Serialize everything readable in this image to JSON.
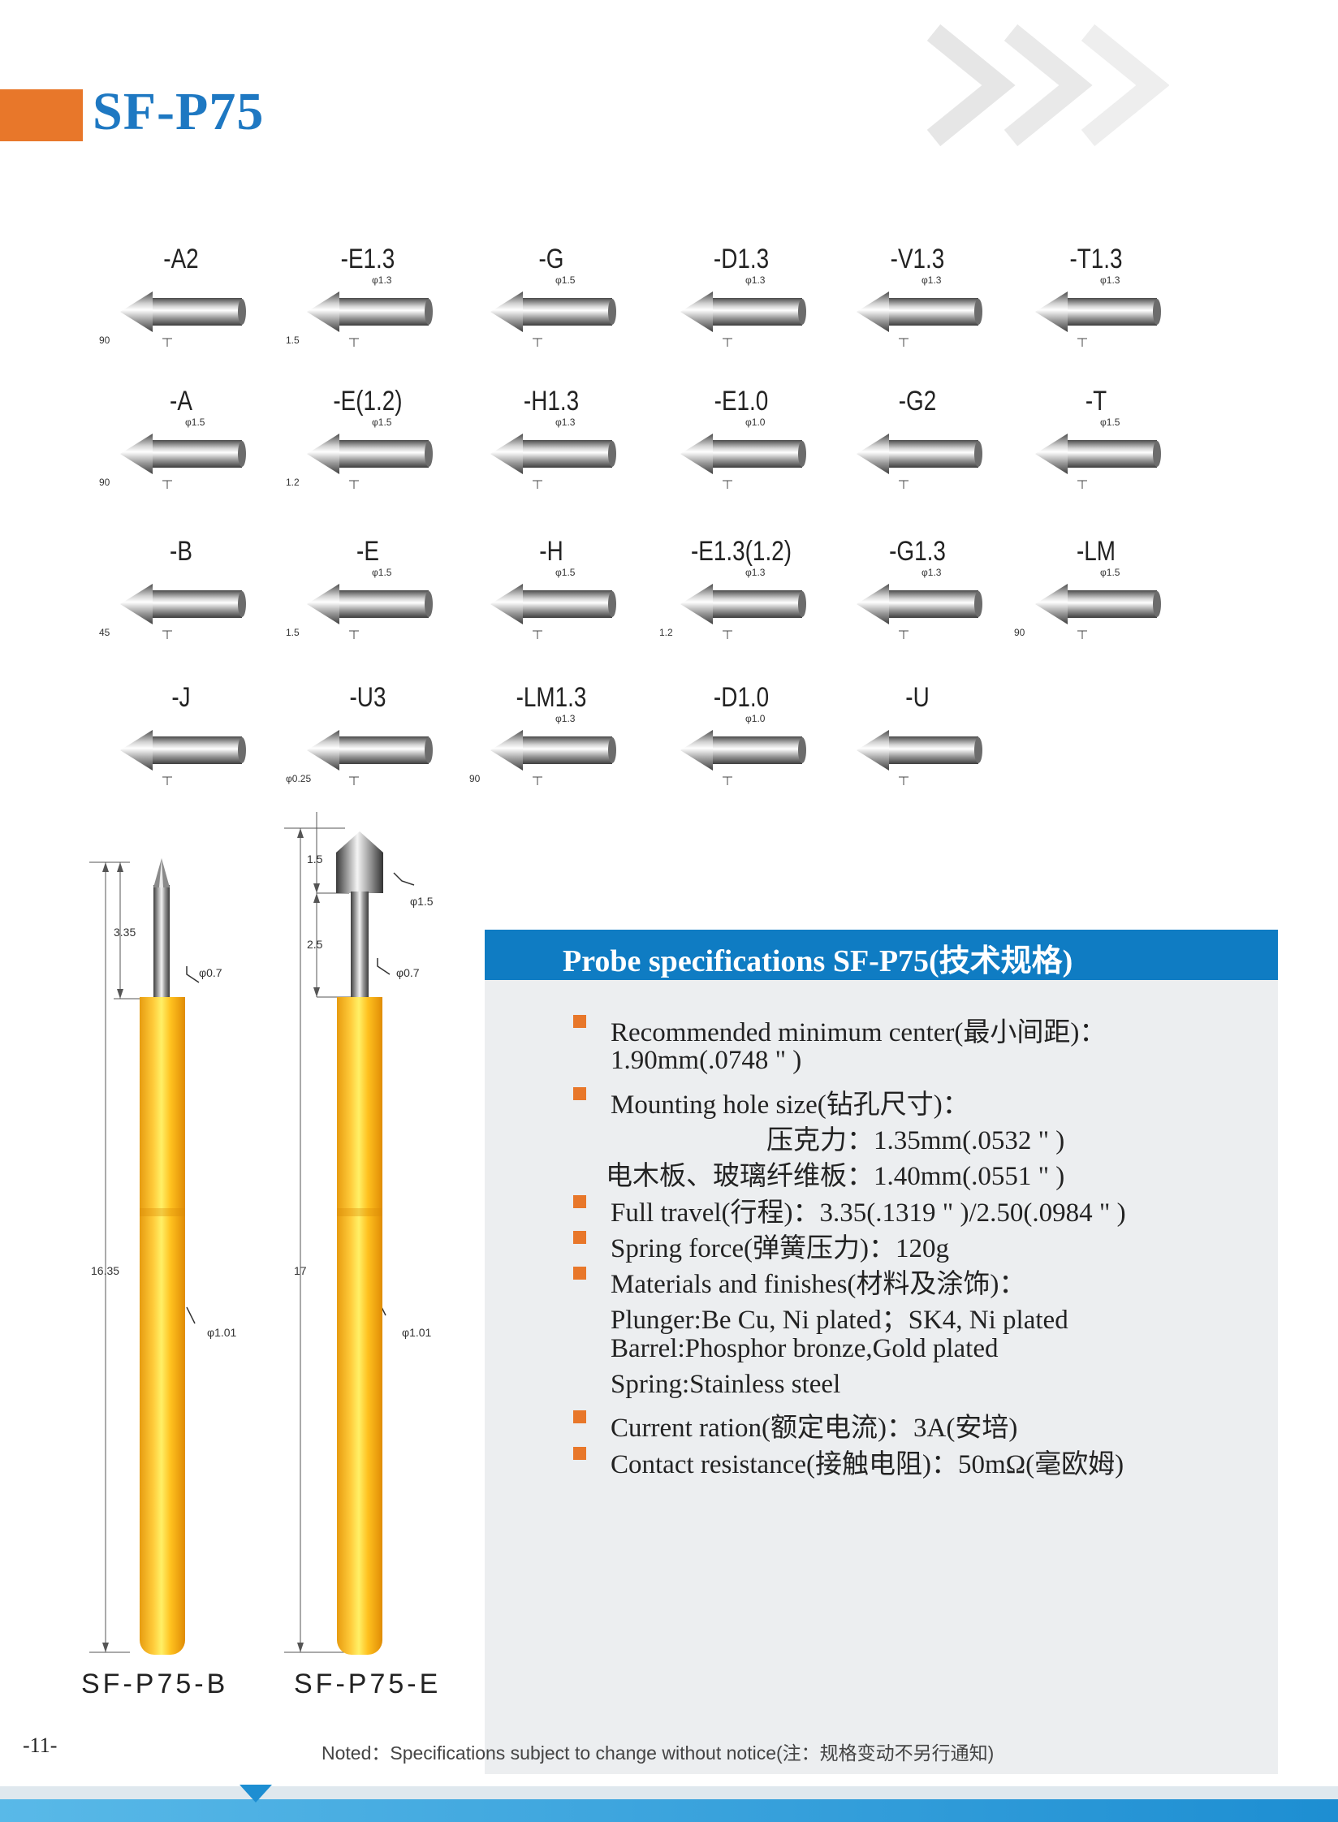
{
  "header": {
    "title": "SF-P75"
  },
  "tips": [
    {
      "label": "-A2",
      "dim": "",
      "dim2": "90"
    },
    {
      "label": "-E1.3",
      "dim": "φ1.3",
      "dim2": "1.5"
    },
    {
      "label": "-G",
      "dim": "φ1.5",
      "dim2": ""
    },
    {
      "label": "-D1.3",
      "dim": "φ1.3",
      "dim2": ""
    },
    {
      "label": "-V1.3",
      "dim": "φ1.3",
      "dim2": ""
    },
    {
      "label": "-T1.3",
      "dim": "φ1.3",
      "dim2": ""
    },
    {
      "label": "-A",
      "dim": "φ1.5",
      "dim2": "90"
    },
    {
      "label": "-E(1.2)",
      "dim": "φ1.5",
      "dim2": "1.2"
    },
    {
      "label": "-H1.3",
      "dim": "φ1.3",
      "dim2": ""
    },
    {
      "label": "-E1.0",
      "dim": "φ1.0",
      "dim2": ""
    },
    {
      "label": "-G2",
      "dim": "",
      "dim2": ""
    },
    {
      "label": "-T",
      "dim": "φ1.5",
      "dim2": ""
    },
    {
      "label": "-B",
      "dim": "",
      "dim2": "45"
    },
    {
      "label": "-E",
      "dim": "φ1.5",
      "dim2": "1.5"
    },
    {
      "label": "-H",
      "dim": "φ1.5",
      "dim2": ""
    },
    {
      "label": "-E1.3(1.2)",
      "dim": "φ1.3",
      "dim2": "1.2"
    },
    {
      "label": "-G1.3",
      "dim": "φ1.3",
      "dim2": ""
    },
    {
      "label": "-LM",
      "dim": "φ1.5",
      "dim2": "90"
    },
    {
      "label": "-J",
      "dim": "",
      "dim2": ""
    },
    {
      "label": "-U3",
      "dim": "",
      "dim2": "φ0.25"
    },
    {
      "label": "-LM1.3",
      "dim": "φ1.3",
      "dim2": "90"
    },
    {
      "label": "-D1.0",
      "dim": "φ1.0",
      "dim2": ""
    },
    {
      "label": "-U",
      "dim": "",
      "dim2": ""
    }
  ],
  "probes": {
    "b": {
      "model": "SF-P75-B",
      "tip_len": "3.35",
      "tip_dia": "φ0.7",
      "total": "16.35",
      "barrel_dia": "φ1.01"
    },
    "e": {
      "model": "SF-P75-E",
      "head_len": "1.5",
      "head_dia": "φ1.5",
      "neck_len": "2.5",
      "neck_dia": "φ0.7",
      "total": "17",
      "barrel_dia": "φ1.01"
    }
  },
  "specs": {
    "header": "Probe specifications SF-P75(技术规格)",
    "lines": [
      {
        "text": "Recommended minimum center(最小间距)：",
        "bullet": true
      },
      {
        "text": "1.90mm(.0748 \" )",
        "bullet": false
      },
      {
        "text": "Mounting hole size(钻孔尺寸)：",
        "bullet": true
      },
      {
        "text": "压克力：1.35mm(.0532 \" )",
        "bullet": false
      },
      {
        "text": "电木板、玻璃纤维板：1.40mm(.0551 \" )",
        "bullet": false
      },
      {
        "text": "Full travel(行程)：3.35(.1319 \" )/2.50(.0984 \" )",
        "bullet": true
      },
      {
        "text": "Spring force(弹簧压力)：120g",
        "bullet": true
      },
      {
        "text": "Materials and finishes(材料及涂饰)：",
        "bullet": true
      },
      {
        "text": "Plunger:Be Cu, Ni plated；SK4, Ni plated",
        "bullet": false
      },
      {
        "text": "Barrel:Phosphor bronze,Gold plated",
        "bullet": false
      },
      {
        "text": "Spring:Stainless steel",
        "bullet": false
      },
      {
        "text": "Current ration(额定电流)：3A(安培)",
        "bullet": true
      },
      {
        "text": "Contact resistance(接触电阻)：50mΩ(毫欧姆)",
        "bullet": true
      }
    ]
  },
  "footer": {
    "page_number": "-11-",
    "note": "Noted：Specifications subject to change without notice(注：规格变动不另行通知)"
  },
  "colors": {
    "accent_orange": "#e8772a",
    "brand_blue": "#1e78c2",
    "header_blue": "#0f7cc3"
  }
}
